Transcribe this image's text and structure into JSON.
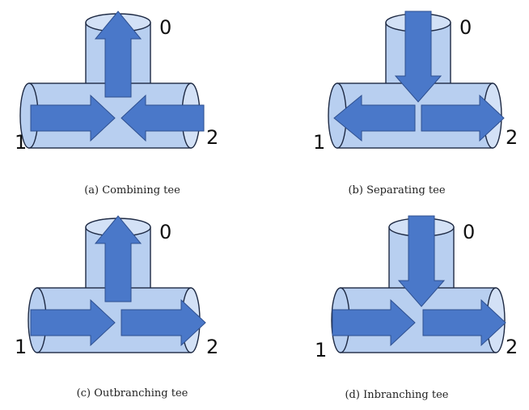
{
  "panels": [
    {
      "id": "a",
      "caption": "(a) Combining tee",
      "port0": "0",
      "port1": "1",
      "port2": "2"
    },
    {
      "id": "b",
      "caption": "(b) Separating tee",
      "port0": "0",
      "port1": "1",
      "port2": "2"
    },
    {
      "id": "c",
      "caption": "(c) Outbranching tee",
      "port0": "0",
      "port1": "1",
      "port2": "2"
    },
    {
      "id": "d",
      "caption": "(d) Inbranching tee",
      "port0": "0",
      "port1": "1",
      "port2": "2"
    }
  ],
  "colors": {
    "pipe": "#b8cff0",
    "arrow": "#4a78c9",
    "outline": "#1e2a44"
  }
}
